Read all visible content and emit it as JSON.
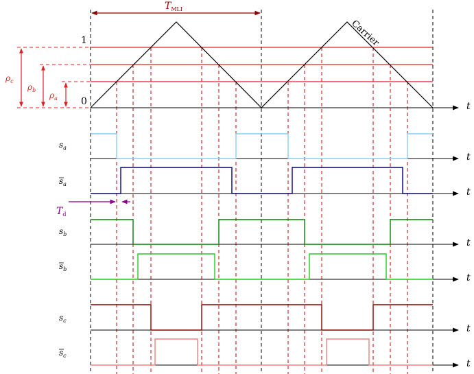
{
  "labels": {
    "period": "T",
    "period_sub": "MLI",
    "carrier": "Carrier",
    "one": "1",
    "zero": "0",
    "t": "t",
    "rho": "ρ",
    "rho_c_sub": "c",
    "rho_b_sub": "b",
    "rho_a_sub": "a",
    "deadtime": "T",
    "deadtime_sub": "d",
    "s": "s",
    "sa_sub": "a",
    "sb_sub": "b",
    "sc_sub": "c"
  },
  "colors": {
    "carrier": "#000000",
    "reference": "#e02020",
    "guide": "#c00000",
    "period_arrow": "#8b0000",
    "deadtime": "#8b008b",
    "sa": "#87cefa",
    "sa_bar": "#00008b",
    "sb": "#008000",
    "sb_bar": "#22cc22",
    "sc": "#8b0000",
    "sc_bar": "#f08080"
  }
}
